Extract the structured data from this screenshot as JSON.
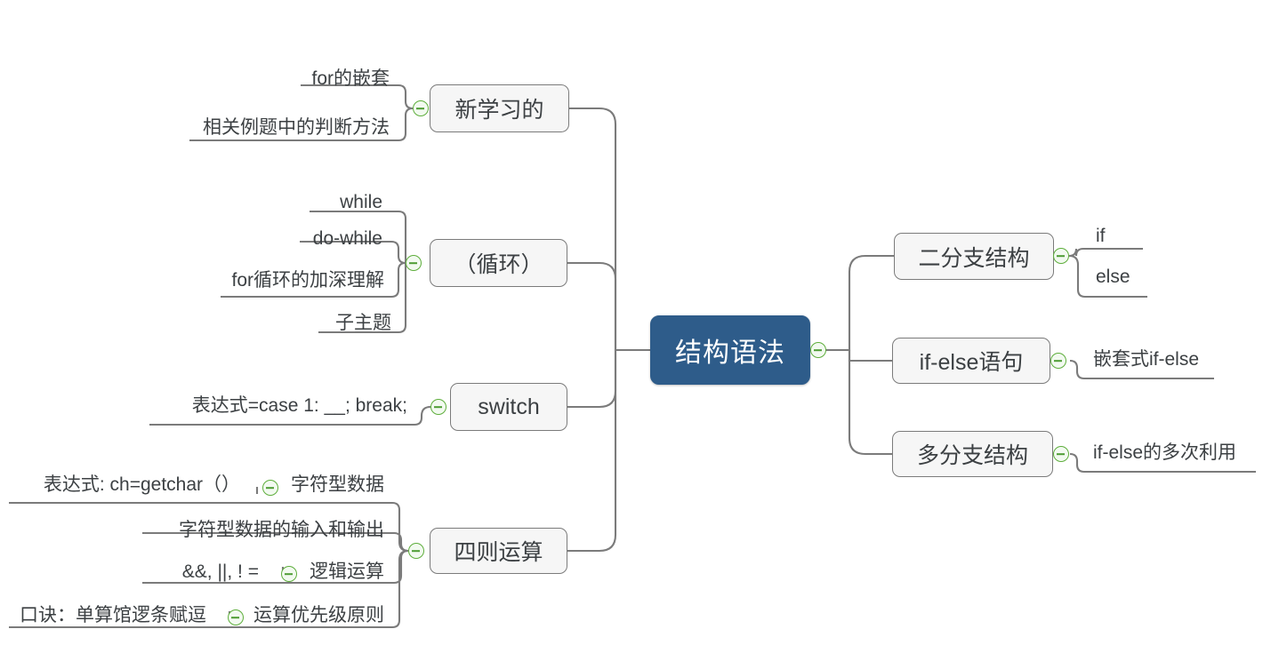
{
  "app": {
    "canvas_background": "#ffffff",
    "root_color": "#2e5c8a",
    "node_fill": "#f6f6f6",
    "node_border": "#7b7b7b",
    "connector_color": "#7b7b7b",
    "toggle_color": "#5eae3c",
    "text_color": "#3c4043"
  },
  "mindmap": {
    "root": {
      "label": "结构语法"
    },
    "left_branches": [
      {
        "label": "新学习的",
        "children": [
          {
            "label": "for的嵌套"
          },
          {
            "label": "相关例题中的判断方法"
          }
        ]
      },
      {
        "label": "（循环）",
        "children": [
          {
            "label": "while"
          },
          {
            "label": "do-while"
          },
          {
            "label": "for循环的加深理解"
          },
          {
            "label": "子主题"
          }
        ]
      },
      {
        "label": "switch",
        "children": [
          {
            "label": "表达式=case 1:  __;  break;"
          }
        ]
      },
      {
        "label": "四则运算",
        "children": [
          {
            "label": "字符型数据",
            "grandchildren": [
              {
                "label": "表达式:  ch=getchar（）"
              }
            ]
          },
          {
            "label": "字符型数据的输入和输出",
            "grandchildren": []
          },
          {
            "label": "逻辑运算",
            "grandchildren": [
              {
                "label": "&&,  ||,  !  ="
              }
            ]
          },
          {
            "label": "运算优先级原则",
            "grandchildren": [
              {
                "label": "口诀：单算馆逻条赋逗"
              }
            ]
          }
        ]
      }
    ],
    "right_branches": [
      {
        "label": "二分支结构",
        "children": [
          {
            "label": "if"
          },
          {
            "label": "else"
          }
        ]
      },
      {
        "label": "if-else语句",
        "children": [
          {
            "label": "嵌套式if-else"
          }
        ]
      },
      {
        "label": "多分支结构",
        "children": [
          {
            "label": "if-else的多次利用"
          }
        ]
      }
    ]
  }
}
